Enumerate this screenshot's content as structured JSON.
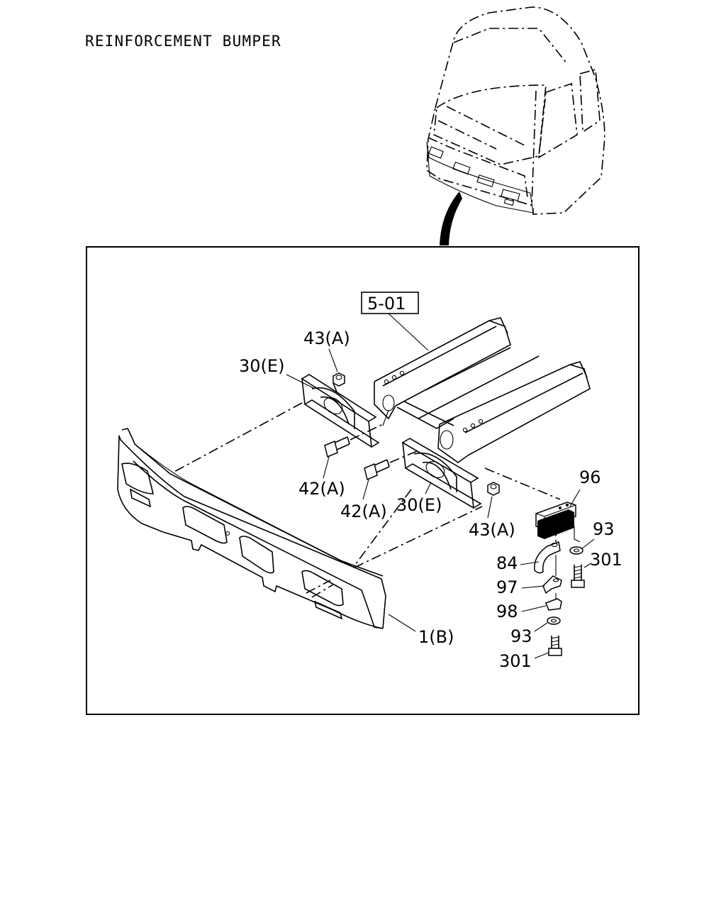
{
  "title": "REINFORCEMENT BUMPER",
  "ref_box": "5-01",
  "callouts": {
    "nut_a_upper": "43(A)",
    "bracket_e_upper": "30(E)",
    "bolt_a_left": "42(A)",
    "bolt_a_right": "42(A)",
    "bracket_e_lower": "30(E)",
    "nut_a_lower": "43(A)",
    "bumper": "1(B)",
    "stopper": "96",
    "washer_upper": "93",
    "screw_upper": "301",
    "hook": "84",
    "plate_97": "97",
    "plate_98": "98",
    "washer_lower": "93",
    "screw_lower": "301"
  }
}
